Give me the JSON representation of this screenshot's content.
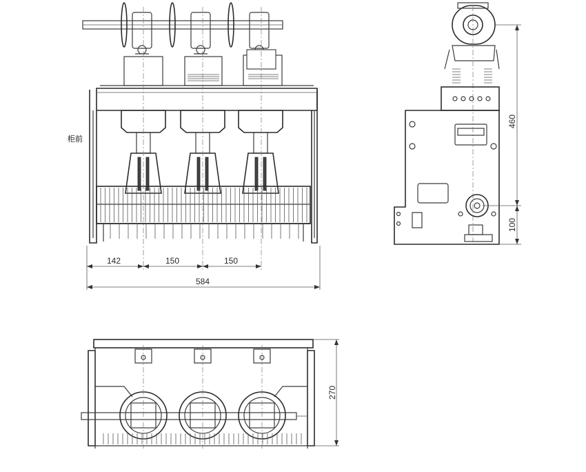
{
  "front_label": "柜前",
  "dimensions": {
    "pitch_left": "142",
    "pitch_mid": "150",
    "pitch_right": "150",
    "overall_width": "584",
    "height": "460",
    "lower_height": "100",
    "depth": "270"
  }
}
